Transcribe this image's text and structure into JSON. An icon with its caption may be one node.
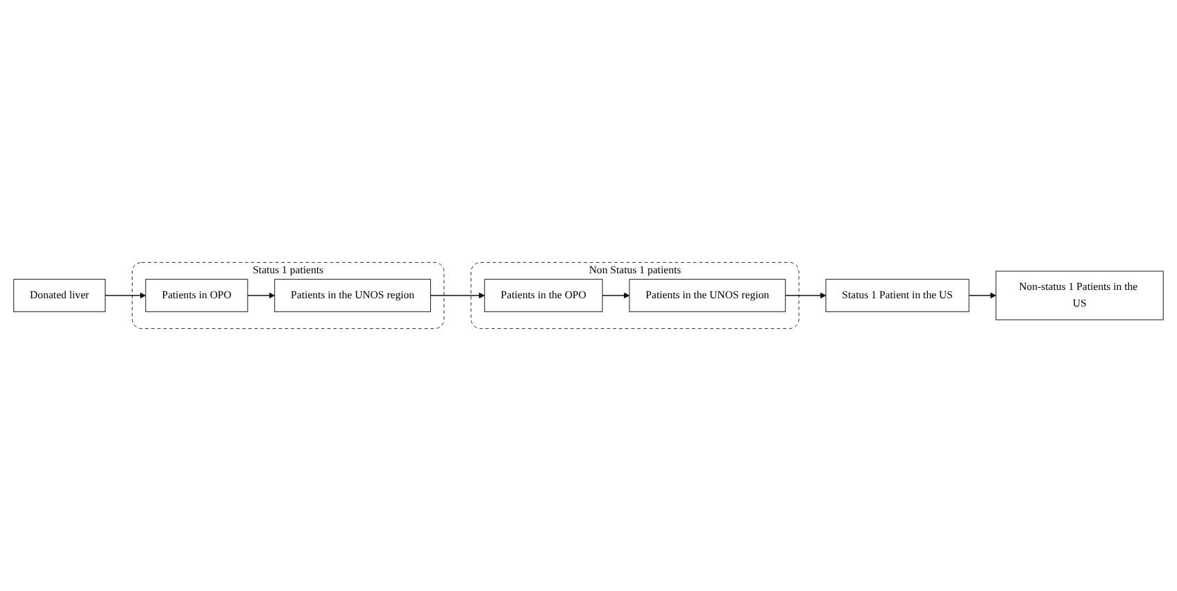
{
  "diagram": {
    "nodes": [
      {
        "text": [
          "Donated liver"
        ]
      },
      {
        "text": [
          "Status 1 patients"
        ]
      },
      {
        "text": [
          "Patients in OPO"
        ],
        "in": 1
      },
      {
        "text": [
          "Patients in the UNOS region"
        ],
        "in": 1
      },
      {
        "text": [
          "Non Status 1 patients"
        ]
      },
      {
        "text": [
          "Patients in the OPO"
        ],
        "in": 4
      },
      {
        "text": [
          "Patients in the UNOS region"
        ],
        "in": 4
      },
      {
        "text": [
          "Status 1 Patient in the US"
        ]
      },
      {
        "text": [
          "Non-status 1 Patients in the US"
        ]
      }
    ],
    "edges": [
      {
        "from": 0,
        "to": 2,
        "arrow": "to"
      },
      {
        "from": 2,
        "to": 3,
        "arrow": "to"
      },
      {
        "from": 3,
        "to": 5,
        "arrow": "to"
      },
      {
        "from": 5,
        "to": 6,
        "arrow": "to"
      },
      {
        "from": 6,
        "to": 7,
        "arrow": "to"
      },
      {
        "from": 7,
        "to": 8,
        "arrow": "to"
      }
    ]
  }
}
